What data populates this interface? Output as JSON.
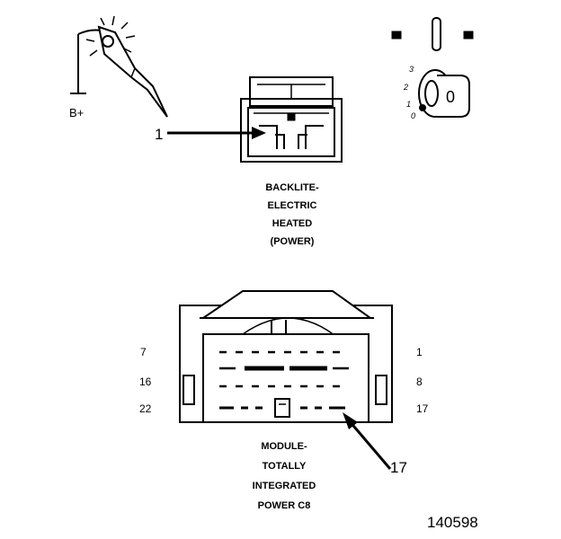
{
  "probe": {
    "label": "B+"
  },
  "top_connector": {
    "callout": "1",
    "name_lines": [
      "BACKLITE-",
      "ELECTRIC",
      "HEATED",
      "(POWER)"
    ]
  },
  "ignition": {
    "positions": [
      "3",
      "2",
      "1",
      "0"
    ],
    "key_label": "0"
  },
  "bottom_connector": {
    "pin_labels": {
      "left_top": "7",
      "left_mid": "16",
      "left_bot": "22",
      "right_top": "1",
      "right_mid": "8",
      "right_bot": "17"
    },
    "callout": "17",
    "name_lines": [
      "MODULE-",
      "TOTALLY",
      "INTEGRATED",
      "POWER C8"
    ]
  },
  "figure_id": "140598"
}
